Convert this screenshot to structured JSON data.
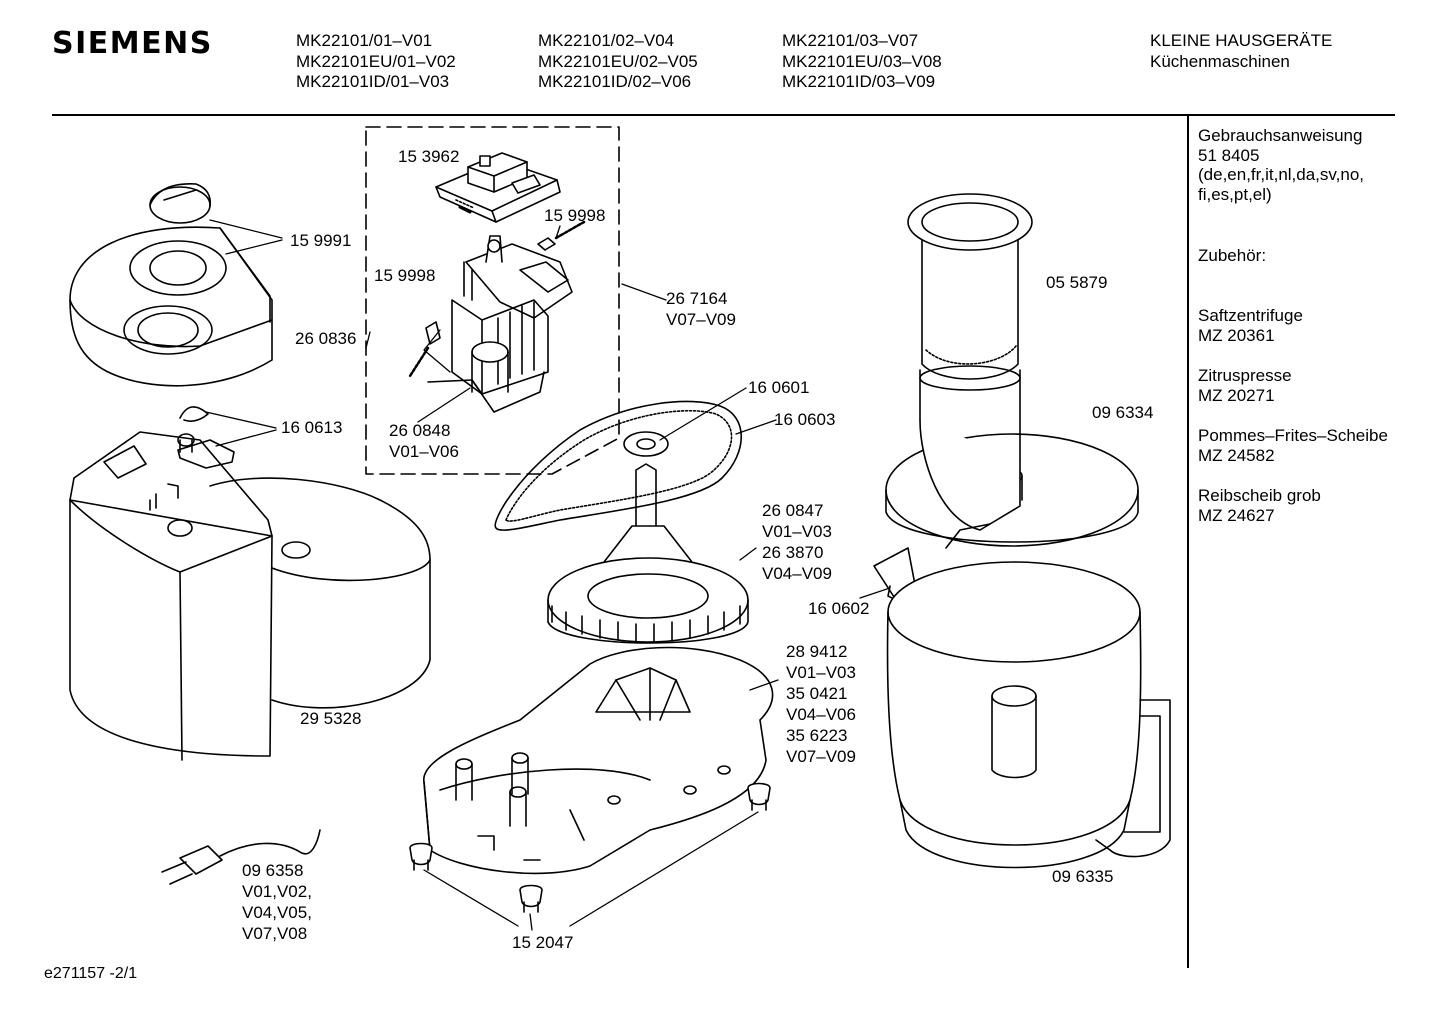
{
  "header": {
    "brand": "SIEMENS",
    "models": [
      [
        "MK22101/01–V01",
        "MK22101EU/01–V02",
        "MK22101ID/01–V03"
      ],
      [
        "MK22101/02–V04",
        "MK22101EU/02–V05",
        "MK22101ID/02–V06"
      ],
      [
        "MK22101/03–V07",
        "MK22101EU/03–V08",
        "MK22101ID/03–V09"
      ]
    ],
    "category": [
      "KLEINE HAUSGERÄTE",
      "Küchenmaschinen"
    ]
  },
  "sidebar": {
    "manual": [
      "Gebrauchsanweisung",
      "51 8405",
      "(de,en,fr,it,nl,da,sv,no,",
      "fi,es,pt,el)"
    ],
    "accessories_heading": "Zubehör:",
    "accessories": [
      [
        "Saftzentrifuge",
        "MZ 20361"
      ],
      [
        "Zitruspresse",
        "MZ 20271"
      ],
      [
        "Pommes–Frites–Scheibe",
        "MZ 24582"
      ],
      [
        "Reibscheib grob",
        "MZ 24627"
      ]
    ]
  },
  "parts": {
    "p153962": "15 3962",
    "p159998a": "15 9998",
    "p159998b": "15 9998",
    "p267164": [
      "26 7164",
      "V07–V09"
    ],
    "p260848": [
      "26 0848",
      "V01–V06"
    ],
    "p159991": "15 9991",
    "p260836": "26 0836",
    "p160613": "16 0613",
    "p295328": "29 5328",
    "p160601": "16 0601",
    "p160603": "16 0603",
    "p260847": [
      "26 0847",
      "V01–V03",
      "26 3870",
      "V04–V09"
    ],
    "p160602": "16 0602",
    "p289412": [
      "28 9412",
      "V01–V03",
      "35 0421",
      "V04–V06",
      "35 6223",
      "V07–V09"
    ],
    "p096358": [
      "09 6358",
      "V01,V02,",
      "V04,V05,",
      "V07,V08"
    ],
    "p152047": "15 2047",
    "p055879": "05 5879",
    "p096334": "09 6334",
    "p096335": "09 6335"
  },
  "footer": "e271157 -2/1"
}
